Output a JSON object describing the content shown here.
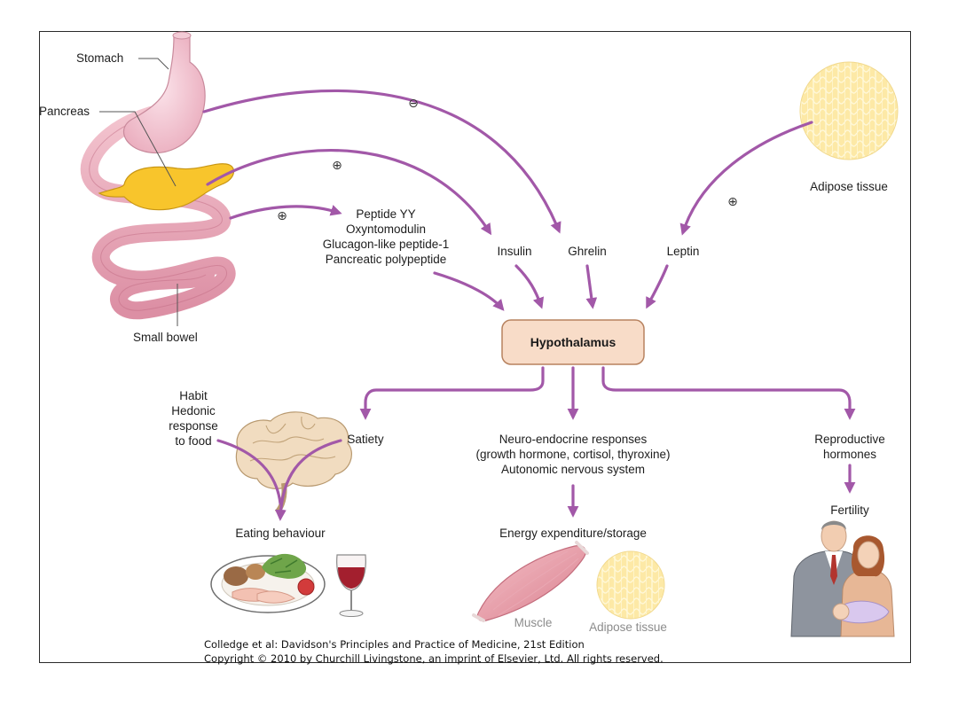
{
  "organs": {
    "stomach": "Stomach",
    "pancreas": "Pancreas",
    "small_bowel": "Small bowel",
    "adipose": "Adipose tissue"
  },
  "signals": {
    "gut_hormones": [
      "Peptide YY",
      "Oxyntomodulin",
      "Glucagon-like peptide-1",
      "Pancreatic polypeptide"
    ],
    "insulin": "Insulin",
    "ghrelin": "Ghrelin",
    "leptin": "Leptin"
  },
  "signs": {
    "plus": "⊕",
    "minus": "⊖"
  },
  "center": "Hypothalamus",
  "outputs": {
    "habit": [
      "Habit",
      "Hedonic",
      "response",
      "to food"
    ],
    "satiety": "Satiety",
    "eating": "Eating behaviour",
    "neuro": [
      "Neuro-endocrine responses",
      "(growth hormone, cortisol, thyroxine)",
      "Autonomic nervous system"
    ],
    "energy": "Energy expenditure/storage",
    "muscle": "Muscle",
    "adipose2": "Adipose tissue",
    "reproductive": [
      "Reproductive",
      "hormones"
    ],
    "fertility": "Fertility"
  },
  "credit": [
    "Colledge et al: Davidson's Principles and Practice of Medicine, 21st Edition",
    "Copyright © 2010 by Churchill Livingstone, an imprint of Elsevier, Ltd. All rights reserved."
  ],
  "colors": {
    "arrow": "#a258a8",
    "hypothalamus_fill": "#f8dcc8",
    "hypothalamus_border": "#b7825f"
  }
}
